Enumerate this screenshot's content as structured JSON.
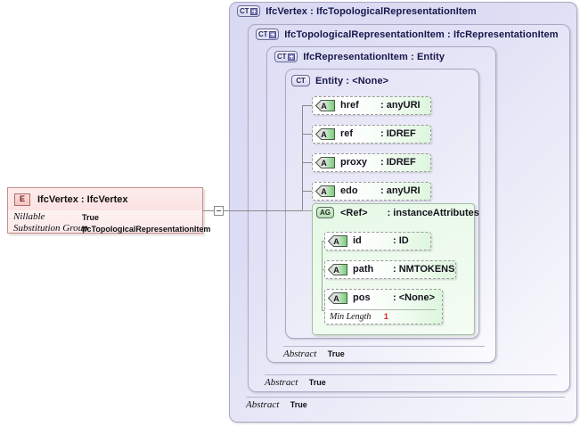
{
  "diagram": {
    "type": "xsd-schema-diagram",
    "title": "IfcVertex",
    "colors": {
      "panel_border": "#a9a9c4",
      "panel_fill": "#dcdcf4",
      "attribute_fill": "#ddf6dd",
      "attribute_border": "#9a9a9a",
      "group_fill": "#e6f8e6",
      "group_border": "#9fbf9f",
      "element_border": "#c98f8f",
      "element_fill": "#fbe9e9",
      "facet_value": "#e02020",
      "connector": "#8a8a8a"
    }
  },
  "element_box": {
    "badge": "E",
    "badge_name": "element-icon",
    "title": "IfcVertex : IfcVertex",
    "properties": [
      {
        "key": "Nillable",
        "value": "True"
      },
      {
        "key": "Substitution Group",
        "value": "IfcTopologicalRepresentationItem"
      }
    ]
  },
  "connector": {
    "toggle_icon": "minus-box-icon"
  },
  "panels": [
    {
      "id": "ifcvertex",
      "badge": "CT",
      "badge_name": "complextype-expand-icon",
      "has_plus": true,
      "title": "IfcVertex : IfcTopologicalRepresentationItem",
      "abstract": {
        "key": "Abstract",
        "value": "True"
      }
    },
    {
      "id": "ifctopologicalrepresentationitem",
      "badge": "CT",
      "badge_name": "complextype-expand-icon",
      "has_plus": true,
      "title": "IfcTopologicalRepresentationItem : IfcRepresentationItem",
      "abstract": {
        "key": "Abstract",
        "value": "True"
      }
    },
    {
      "id": "ifcrepresentationitem",
      "badge": "CT",
      "badge_name": "complextype-expand-icon",
      "has_plus": true,
      "title": "IfcRepresentationItem : Entity",
      "abstract": {
        "key": "Abstract",
        "value": "True"
      }
    },
    {
      "id": "entity",
      "badge": "CT",
      "badge_name": "complextype-icon",
      "has_plus": false,
      "title": "Entity    : <None>",
      "abstract": null
    }
  ],
  "attributes": [
    {
      "name": "href",
      "type": ": anyURI",
      "badge": "A",
      "badge_name": "attribute-icon"
    },
    {
      "name": "ref",
      "type": ": IDREF",
      "badge": "A",
      "badge_name": "attribute-icon"
    },
    {
      "name": "proxy",
      "type": ": IDREF",
      "badge": "A",
      "badge_name": "attribute-icon"
    },
    {
      "name": "edo",
      "type": ": anyURI",
      "badge": "A",
      "badge_name": "attribute-icon"
    }
  ],
  "attribute_group": {
    "badge": "AG",
    "badge_name": "attribute-group-icon",
    "name": "<Ref>",
    "type": ": instanceAttributes",
    "attributes": [
      {
        "name": "id",
        "type": ": ID",
        "badge": "A",
        "badge_name": "attribute-icon",
        "facet": null
      },
      {
        "name": "path",
        "type": ": NMTOKENS",
        "badge": "A",
        "badge_name": "attribute-icon",
        "facet": null
      },
      {
        "name": "pos",
        "type": ": <None>",
        "badge": "A",
        "badge_name": "attribute-icon",
        "facet": {
          "key": "Min Length",
          "value": "1"
        }
      }
    ]
  }
}
